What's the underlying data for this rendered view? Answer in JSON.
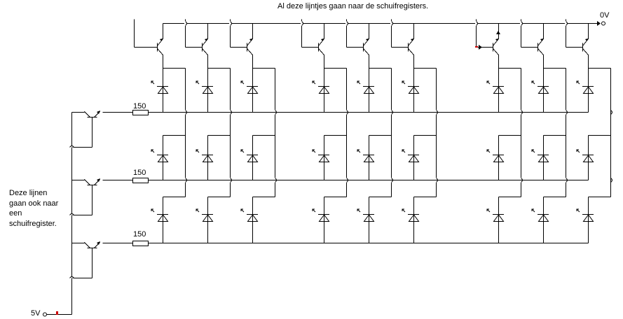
{
  "annotations": {
    "top_note": "Al deze lijntjes gaan naar de schuifregisters.",
    "left_note_lines": [
      "Deze lijnen",
      "gaan ook naar",
      "een",
      "schuifregister."
    ]
  },
  "terminals": {
    "ground_label": "0V",
    "supply_label": "5V"
  },
  "row_resistors": [
    {
      "value": "150"
    },
    {
      "value": "150"
    },
    {
      "value": "150"
    }
  ],
  "matrix": {
    "columns": 9,
    "rows": 3,
    "column_groups": [
      3,
      3,
      3
    ],
    "component_per_cell": "led-icon",
    "column_driver": "pnp-transistor",
    "row_driver": "pnp-transistor"
  },
  "colors": {
    "wire": "#000000",
    "marker": "#cc0000",
    "background": "#ffffff"
  }
}
